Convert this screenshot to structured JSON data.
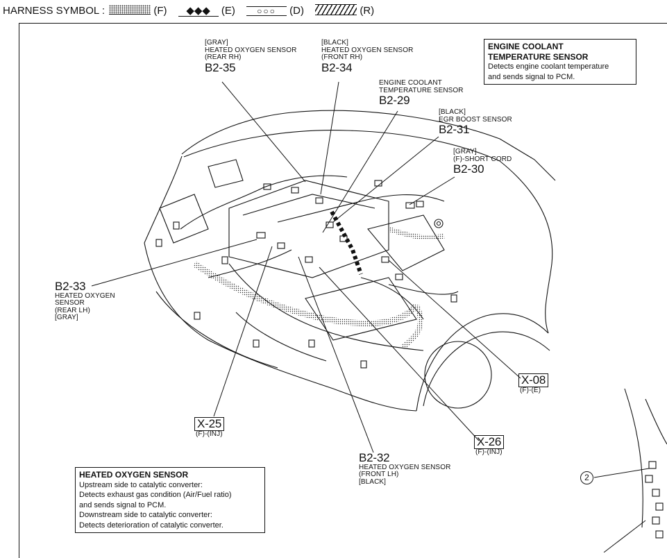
{
  "legend": {
    "title": "HARNESS SYMBOL :",
    "items": [
      {
        "symbol": "dotted",
        "code": "(F)"
      },
      {
        "symbol": "diamonds",
        "code": "(E)"
      },
      {
        "symbol": "circles",
        "code": "(D)"
      },
      {
        "symbol": "hatched",
        "code": "(R)"
      }
    ]
  },
  "callouts": {
    "b2_35": {
      "color": "[GRAY]",
      "name1": "HEATED OXYGEN SENSOR",
      "name2": "(REAR RH)",
      "code": "B2-35"
    },
    "b2_34": {
      "color": "[BLACK]",
      "name1": "HEATED OXYGEN SENSOR",
      "name2": "(FRONT RH)",
      "code": "B2-34"
    },
    "b2_29": {
      "name1": "ENGINE COOLANT",
      "name2": "TEMPERATURE SENSOR",
      "code": "B2-29"
    },
    "b2_31": {
      "color": "[BLACK]",
      "name1": "EGR BOOST SENSOR",
      "code": "B2-31"
    },
    "b2_30": {
      "color": "[GRAY]",
      "name1": "(F)-SHORT CORD",
      "code": "B2-30"
    },
    "b2_33": {
      "code": "B2-33",
      "name1": "HEATED OXYGEN",
      "name2": "SENSOR",
      "name3": "(REAR LH)",
      "color": "[GRAY]"
    },
    "x_08": {
      "code": "X-08",
      "sub": "(F)-(E)"
    },
    "x_25": {
      "code": "X-25",
      "sub": "(F)-(INJ)"
    },
    "x_26": {
      "code": "X-26",
      "sub": "(F)-(INJ)"
    },
    "b2_32": {
      "code": "B2-32",
      "name1": "HEATED OXYGEN SENSOR",
      "name2": "(FRONT LH)",
      "color": "[BLACK]"
    },
    "ref2": {
      "label": "2"
    }
  },
  "info_ect": {
    "title1": "ENGINE COOLANT",
    "title2": "TEMPERATURE SENSOR",
    "line1": "Detects engine coolant temperature",
    "line2": "and sends signal to PCM."
  },
  "info_ho2s": {
    "title": "HEATED OXYGEN SENSOR",
    "line1": "Upstream side to catalytic converter:",
    "line2": "Detects exhaust gas condition (Air/Fuel ratio)",
    "line3": "and sends signal to PCM.",
    "line4": "Downstream side to catalytic converter:",
    "line5": "Detects deterioration of catalytic converter."
  }
}
